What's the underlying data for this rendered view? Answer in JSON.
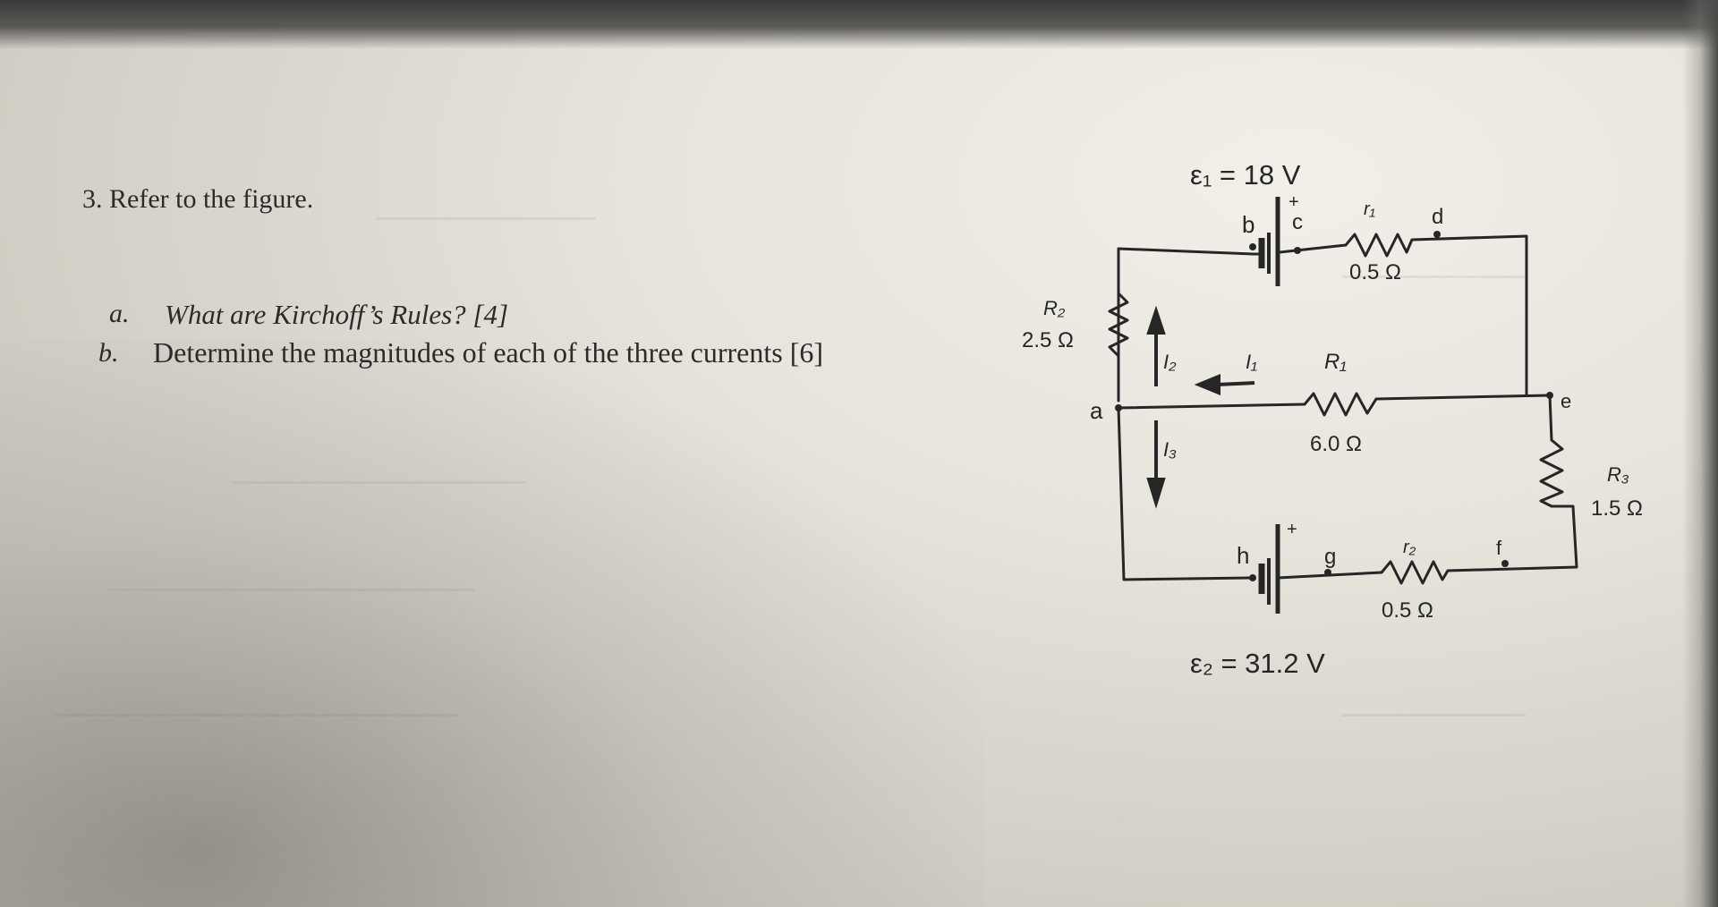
{
  "question": {
    "main": "3. Refer to the figure.",
    "part_a_letter": "a.",
    "part_a_text": "What are Kirchoff’s Rules? [4]",
    "part_b_letter": "b.",
    "part_b_text": "Determine the magnitudes of each of the three currents [6]"
  },
  "circuit": {
    "emf1": "ε₁ = 18 V",
    "emf2": "ε₂ = 31.2 V",
    "plus": "+",
    "node_a": "a",
    "node_b": "b",
    "node_c": "c",
    "node_d": "d",
    "node_e": "e",
    "node_f": "f",
    "node_g": "g",
    "node_h": "h",
    "r1_name": "r₁",
    "r1_value": "0.5 Ω",
    "r2_name": "r₂",
    "r2_value": "0.5 Ω",
    "R1_name": "R₁",
    "R1_value": "6.0 Ω",
    "R2_name": "R₂",
    "R2_value": "2.5 Ω",
    "R3_name": "R₃",
    "R3_value": "1.5 Ω",
    "I1": "I₁",
    "I2": "I₂",
    "I3": "I₃"
  }
}
